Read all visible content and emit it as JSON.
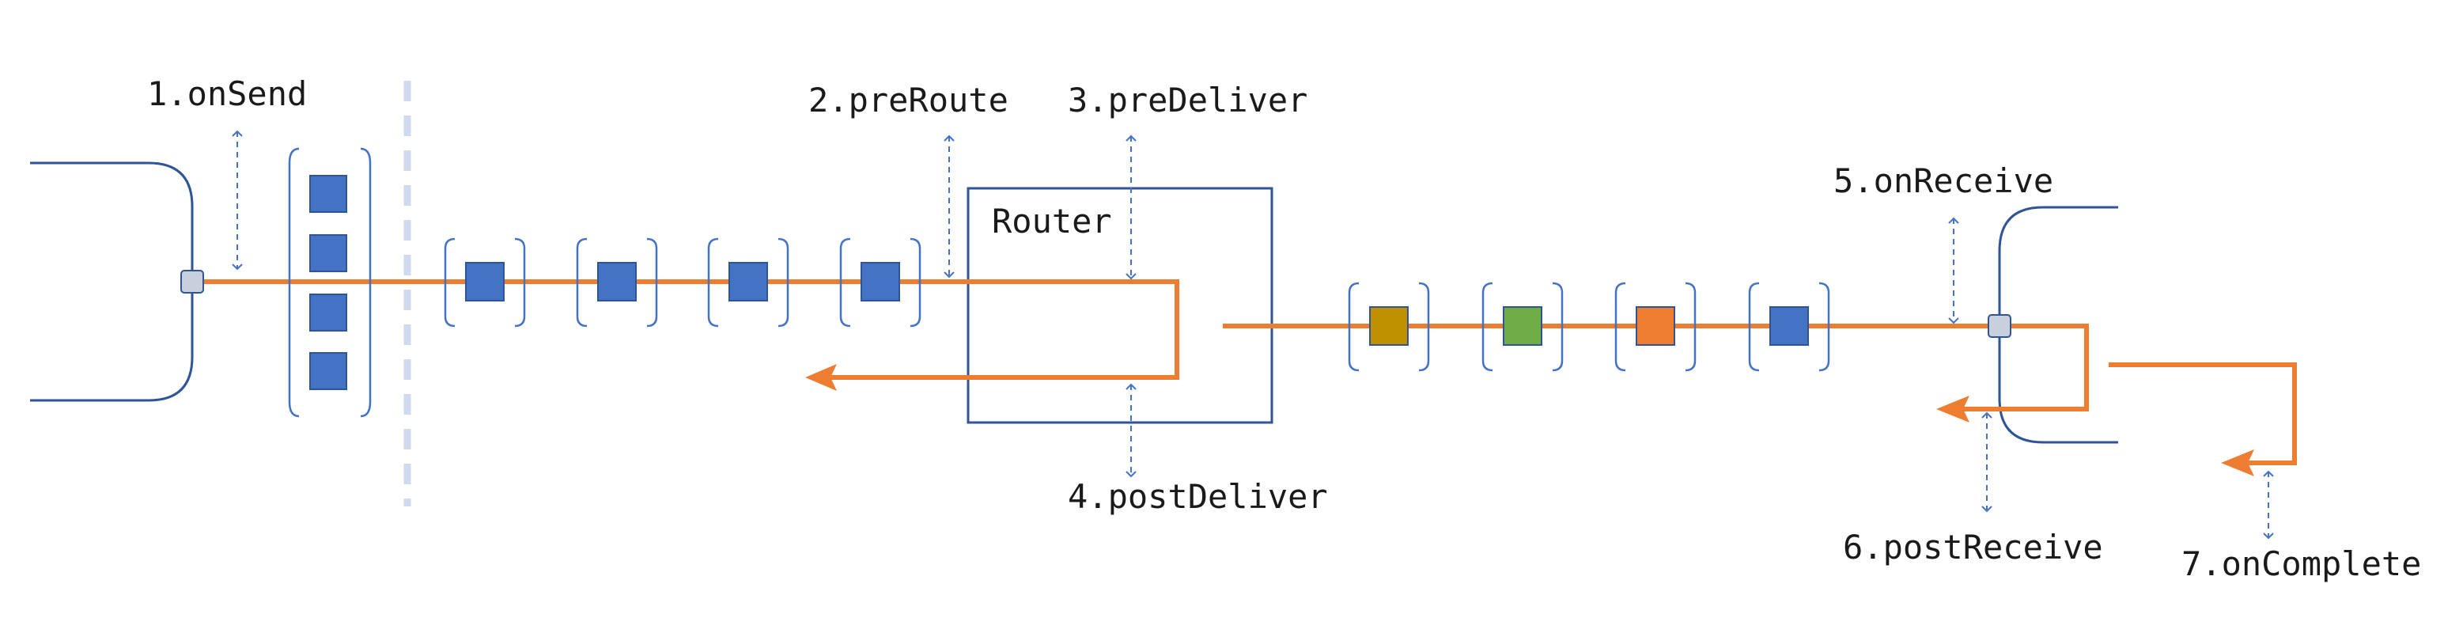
{
  "labels": {
    "on_send": "1.onSend",
    "pre_route": "2.preRoute",
    "pre_deliver": "3.preDeliver",
    "post_deliver": "4.postDeliver",
    "on_receive": "5.onReceive",
    "post_receive": "6.postReceive",
    "on_complete": "7.onComplete",
    "router": "Router"
  },
  "colors": {
    "flow": "#ED7D31",
    "outline": "#2F5597",
    "message": "#4472C4",
    "hook_arrow": "#4472C4",
    "divider": "#D0DAEE",
    "connector": "#C8D0DC",
    "msg_gold": "#BF9000",
    "msg_green": "#70AD47",
    "msg_orange": "#ED7D31"
  },
  "queues": {
    "sender_buffer_count": 4,
    "outbound_message_colors": [
      "blue",
      "blue",
      "blue",
      "blue"
    ],
    "inbound_message_colors": [
      "gold",
      "green",
      "orange",
      "blue"
    ]
  }
}
